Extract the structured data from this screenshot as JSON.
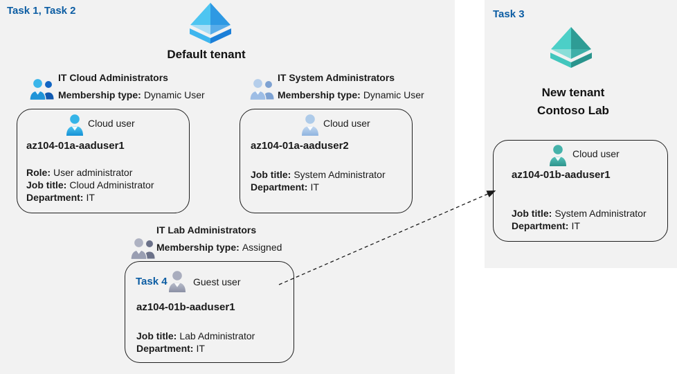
{
  "colors": {
    "panel_bg": "#f2f2f2",
    "task_label_blue": "#0c5da3",
    "card_border": "#1f1f1f",
    "tenant_icon_blue": "#2e99e3",
    "tenant_icon_teal": "#2e9c95"
  },
  "icons": {
    "default_tenant": "azure-tenant-diamond-blue-icon",
    "new_tenant": "azure-tenant-diamond-teal-icon",
    "group_blue": "two-people-blue-icon",
    "group_pale": "two-people-paleblue-icon",
    "group_gray": "two-people-gray-icon",
    "user_blue": "person-blue-icon",
    "user_pale": "person-paleblue-icon",
    "user_gray": "person-gray-icon",
    "user_teal": "person-teal-icon",
    "arrow": "dashed-arrow"
  },
  "default_tenant": {
    "tasks_label": "Task 1, Task 2",
    "title": "Default tenant"
  },
  "groups": [
    {
      "name": "IT Cloud Administrators",
      "membership_label": "Membership type:",
      "membership_value": "Dynamic User"
    },
    {
      "name": "IT System Administrators",
      "membership_label": "Membership type:",
      "membership_value": "Dynamic User"
    },
    {
      "name": "IT Lab Administrators",
      "membership_label": "Membership type:",
      "membership_value": "Assigned"
    }
  ],
  "users": [
    {
      "type": "Cloud user",
      "name": "az104-01a-aaduser1",
      "role_label": "Role:",
      "role": "User administrator",
      "job_label": "Job title:",
      "job": "Cloud Administrator",
      "dept_label": "Department:",
      "dept": "IT"
    },
    {
      "type": "Cloud user",
      "name": "az104-01a-aaduser2",
      "job_label": "Job title:",
      "job": "System Administrator",
      "dept_label": "Department:",
      "dept": "IT"
    },
    {
      "task_label": "Task 4",
      "type": "Guest user",
      "name": "az104-01b-aaduser1",
      "job_label": "Job title:",
      "job": "Lab Administrator",
      "dept_label": "Department:",
      "dept": "IT"
    }
  ],
  "new_tenant": {
    "task_label": "Task 3",
    "title_line1": "New tenant",
    "title_line2": "Contoso Lab",
    "user": {
      "type": "Cloud user",
      "name": "az104-01b-aaduser1",
      "job_label": "Job title:",
      "job": "System Administrator",
      "dept_label": "Department:",
      "dept": "IT"
    }
  }
}
